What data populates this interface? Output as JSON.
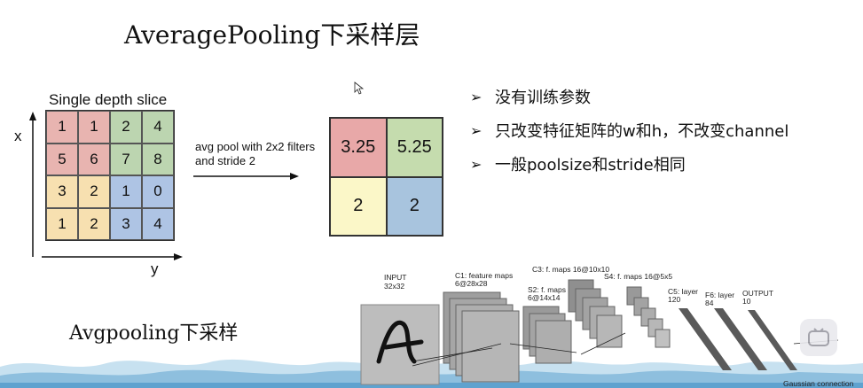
{
  "title": "AveragePooling下采样层",
  "slice_label": "Single depth slice",
  "input_grid": {
    "cells": [
      [
        "1",
        "1",
        "2",
        "4"
      ],
      [
        "5",
        "6",
        "7",
        "8"
      ],
      [
        "3",
        "2",
        "1",
        "0"
      ],
      [
        "1",
        "2",
        "3",
        "4"
      ]
    ],
    "colors": [
      [
        "#e8b4b0",
        "#e8b4b0",
        "#bcd5b0",
        "#bcd5b0"
      ],
      [
        "#e8b4b0",
        "#e8b4b0",
        "#bcd5b0",
        "#bcd5b0"
      ],
      [
        "#f7e0b0",
        "#f7e0b0",
        "#aec4e4",
        "#aec4e4"
      ],
      [
        "#f7e0b0",
        "#f7e0b0",
        "#aec4e4",
        "#aec4e4"
      ]
    ]
  },
  "axis_x": "x",
  "axis_y": "y",
  "operation_text": "avg pool with 2x2 filters and stride 2",
  "output_grid": {
    "cells": [
      [
        "3.25",
        "5.25"
      ],
      [
        "2",
        "2"
      ]
    ],
    "colors": [
      [
        "#e8a8a8",
        "#c5dcae"
      ],
      [
        "#fbf7c8",
        "#a8c4de"
      ]
    ]
  },
  "bullets": [
    "没有训练参数",
    "只改变特征矩阵的w和h，不改变channel",
    "一般poolsize和stride相同"
  ],
  "bullet_icon": "arrow-bullet-icon",
  "subtitle": "Avgpooling下采样",
  "lenet": {
    "input": [
      "INPUT",
      "32x32"
    ],
    "c1": [
      "C1: feature maps",
      "6@28x28"
    ],
    "s2": [
      "S2: f. maps",
      "6@14x14"
    ],
    "c3": "C3: f. maps 16@10x10",
    "s4": "S4: f. maps 16@5x5",
    "c5": [
      "C5: layer",
      "120"
    ],
    "f6": [
      "F6: layer",
      "84"
    ],
    "output": [
      "OUTPUT",
      "10"
    ],
    "bottom_label": "Gaussian connection"
  },
  "colors": {
    "wave": "#7fb6d9",
    "shade": "#c9c9c9"
  }
}
